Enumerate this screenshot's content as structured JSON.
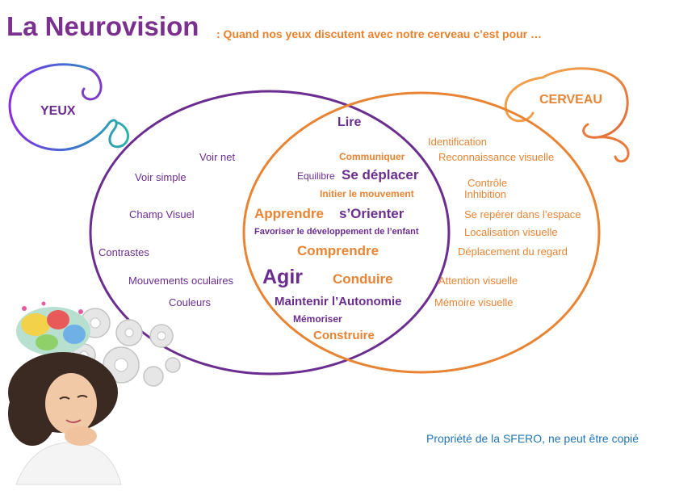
{
  "title": "La Neurovision",
  "subtitle": ": Quand nos yeux discutent avec notre cerveau c’est pour …",
  "yeux_label": "YEUX",
  "cerveau_label": "CERVEAU",
  "yeux_items": {
    "voir_net": "Voir net",
    "voir_simple": "Voir simple",
    "champ_visuel": "Champ Visuel",
    "contrastes": "Contrastes",
    "mouvements_oculaires": "Mouvements oculaires",
    "couleurs": "Couleurs"
  },
  "cerveau_items": {
    "identification": "Identification",
    "reconnaissance": "Reconnaissance visuelle",
    "controle": "Contrôle",
    "inhibition": "Inhibition",
    "se_reperer": "Se repérer dans l’espace",
    "localisation": "Localisation visuelle",
    "deplacement_regard": "Déplacement du regard",
    "attention": "Attention visuelle",
    "memoire_visuelle": "Mémoire visuelle"
  },
  "center_items": {
    "lire": "Lire",
    "communiquer": "Communiquer",
    "equilibre": "Equilibre",
    "se_deplacer": "Se déplacer",
    "initier": "Initier le mouvement",
    "apprendre": "Apprendre",
    "orienter": "s’Orienter",
    "favoriser": "Favoriser le développement de l’enfant",
    "comprendre": "Comprendre",
    "agir": "Agir",
    "conduire": "Conduire",
    "maintenir": "Maintenir l’Autonomie",
    "memoriser": "Mémoriser",
    "construire": "Construire"
  },
  "copyright": "Propriété de la SFERO, ne peut être copié",
  "colors": {
    "purple": "#6b2d8f",
    "orange": "#e88434",
    "blue": "#1e74b8"
  },
  "illustration": "girl-thinking-with-gears-illustration"
}
